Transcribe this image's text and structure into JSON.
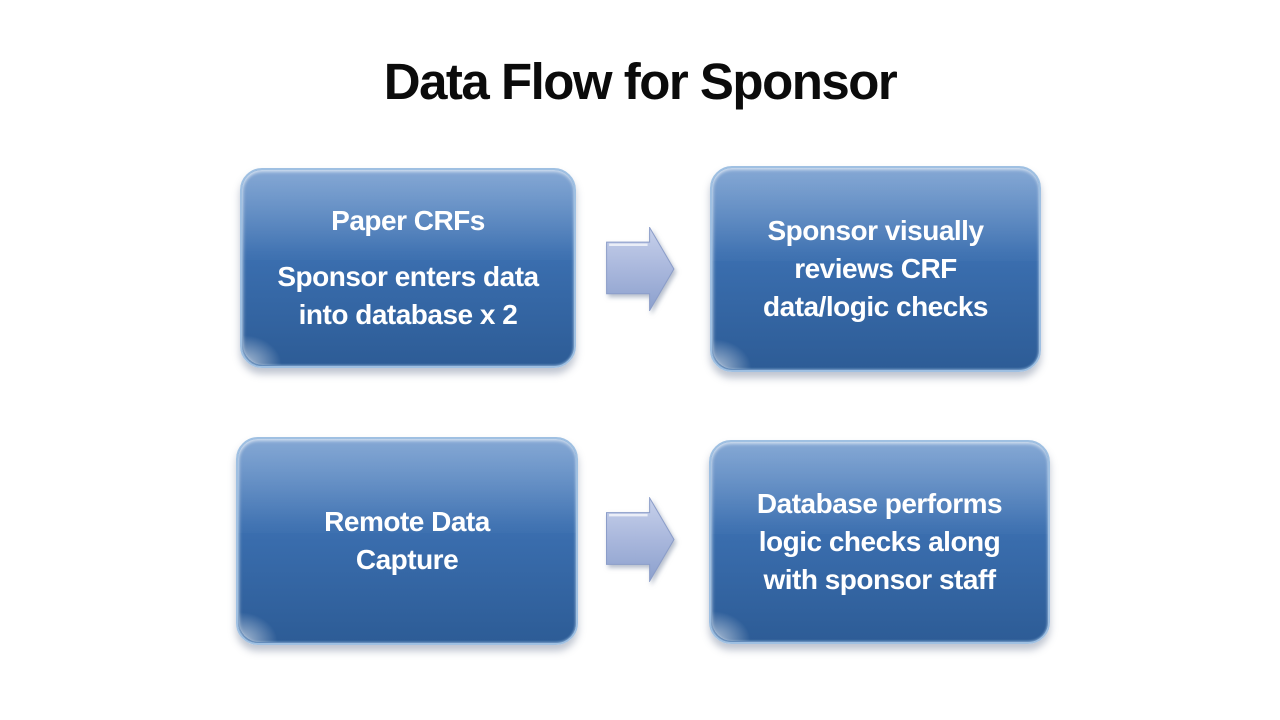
{
  "theme": {
    "background": "#ffffff",
    "title_color": "#0b0b0b",
    "box_fill_top": "#6390c9",
    "box_fill_mid": "#3b6fb0",
    "box_fill_bottom": "#2d5c96",
    "box_border": "#9fc0e2",
    "box_text_color": "#ffffff",
    "arrow_fill_top": "#c7d1eb",
    "arrow_fill_mid": "#a9b7dc",
    "arrow_fill_bottom": "#8ba0cd",
    "arrow_outline": "#8b9dc9"
  },
  "slide": {
    "title": "Data Flow for Sponsor"
  },
  "diagram": {
    "boxes": [
      {
        "id": "paper-crfs",
        "paragraphs": [
          [
            "Paper CRFs"
          ],
          [
            "Sponsor enters data",
            "into database x 2"
          ]
        ]
      },
      {
        "id": "sponsor-visual-review",
        "paragraphs": [
          [
            "Sponsor visually",
            "reviews CRF",
            "data/logic checks"
          ]
        ]
      },
      {
        "id": "remote-data-capture",
        "paragraphs": [
          [
            "Remote Data",
            "Capture"
          ]
        ]
      },
      {
        "id": "database-logic-checks",
        "paragraphs": [
          [
            "Database performs",
            "logic checks along",
            "with sponsor staff"
          ]
        ]
      }
    ],
    "arrows": [
      {
        "id": "arrow-top",
        "direction": "right"
      },
      {
        "id": "arrow-bottom",
        "direction": "right"
      }
    ]
  }
}
